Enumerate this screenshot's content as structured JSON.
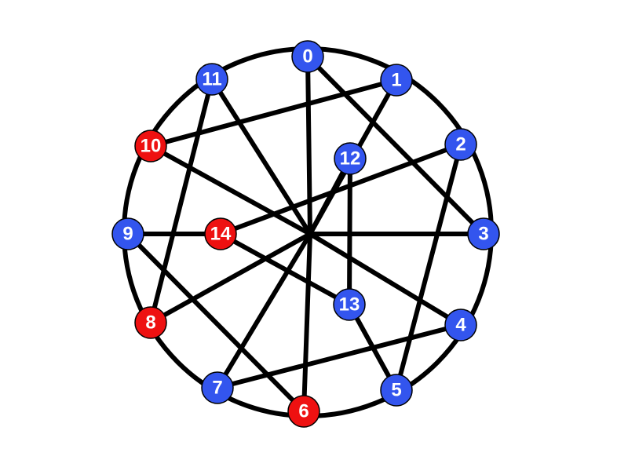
{
  "graph": {
    "colors": {
      "blue": "#3355ee",
      "red": "#ee1111",
      "edge": "#000000",
      "ring": "#000000"
    },
    "nodes": [
      {
        "id": "0",
        "label": "0",
        "color": "blue"
      },
      {
        "id": "1",
        "label": "1",
        "color": "blue"
      },
      {
        "id": "2",
        "label": "2",
        "color": "blue"
      },
      {
        "id": "3",
        "label": "3",
        "color": "blue"
      },
      {
        "id": "4",
        "label": "4",
        "color": "blue"
      },
      {
        "id": "5",
        "label": "5",
        "color": "blue"
      },
      {
        "id": "6",
        "label": "6",
        "color": "red"
      },
      {
        "id": "7",
        "label": "7",
        "color": "blue"
      },
      {
        "id": "8",
        "label": "8",
        "color": "red"
      },
      {
        "id": "9",
        "label": "9",
        "color": "blue"
      },
      {
        "id": "10",
        "label": "10",
        "color": "red"
      },
      {
        "id": "11",
        "label": "11",
        "color": "blue"
      },
      {
        "id": "12",
        "label": "12",
        "color": "blue"
      },
      {
        "id": "13",
        "label": "13",
        "color": "blue"
      },
      {
        "id": "14",
        "label": "14",
        "color": "red"
      }
    ],
    "edges": [
      [
        "0",
        "C"
      ],
      [
        "0",
        "3"
      ],
      [
        "1",
        "10"
      ],
      [
        "1",
        "C"
      ],
      [
        "2",
        "14"
      ],
      [
        "2",
        "5"
      ],
      [
        "3",
        "C"
      ],
      [
        "4",
        "C"
      ],
      [
        "4",
        "7"
      ],
      [
        "5",
        "13"
      ],
      [
        "6",
        "C"
      ],
      [
        "6",
        "9"
      ],
      [
        "7",
        "C"
      ],
      [
        "8",
        "C"
      ],
      [
        "8",
        "11"
      ],
      [
        "9",
        "14"
      ],
      [
        "10",
        "C"
      ],
      [
        "11",
        "C"
      ],
      [
        "12",
        "13"
      ],
      [
        "12",
        "C"
      ],
      [
        "13",
        "14"
      ]
    ]
  }
}
